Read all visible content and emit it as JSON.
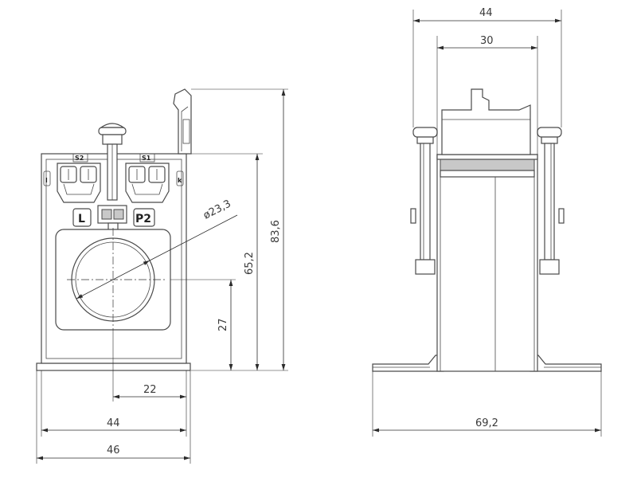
{
  "front_view": {
    "terminal_labels": {
      "s2": "S2",
      "s1": "S1",
      "left_side": "l",
      "right_side": "k"
    },
    "primary_labels": {
      "l": "L",
      "p2": "P2"
    },
    "dimensions": {
      "bore_diameter": "ø23,3",
      "total_height": "83,6",
      "body_height": "65,2",
      "bore_center_height": "27",
      "bore_center_offset": "22",
      "body_width": "44",
      "base_width": "46"
    }
  },
  "side_view": {
    "dimensions": {
      "top_width": "44",
      "inner_width": "30",
      "base_width": "69,2"
    }
  }
}
